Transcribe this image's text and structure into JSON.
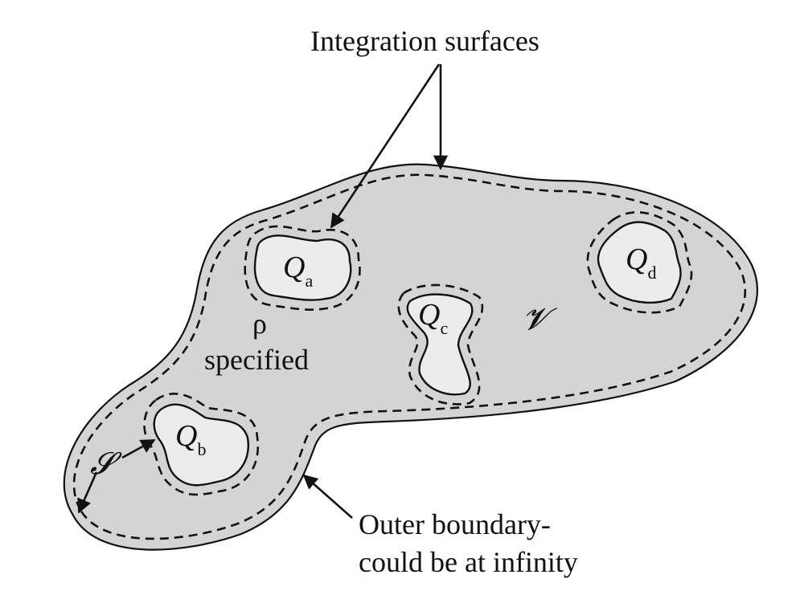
{
  "labels": {
    "integration_surfaces": "Integration surfaces",
    "rho": "ρ",
    "specified": "specified",
    "volume": "𝓥",
    "surface": "𝓢",
    "outer_line1": "Outer boundary-",
    "outer_line2": "could be at infinity"
  },
  "charges": [
    {
      "id": "a",
      "symbol": "Q",
      "subscript": "a"
    },
    {
      "id": "b",
      "symbol": "Q",
      "subscript": "b"
    },
    {
      "id": "c",
      "symbol": "Q",
      "subscript": "c"
    },
    {
      "id": "d",
      "symbol": "Q",
      "subscript": "d"
    }
  ],
  "colors": {
    "region_fill": "#d4d4d4",
    "hole_fill": "#ececec",
    "stroke": "#111111"
  }
}
